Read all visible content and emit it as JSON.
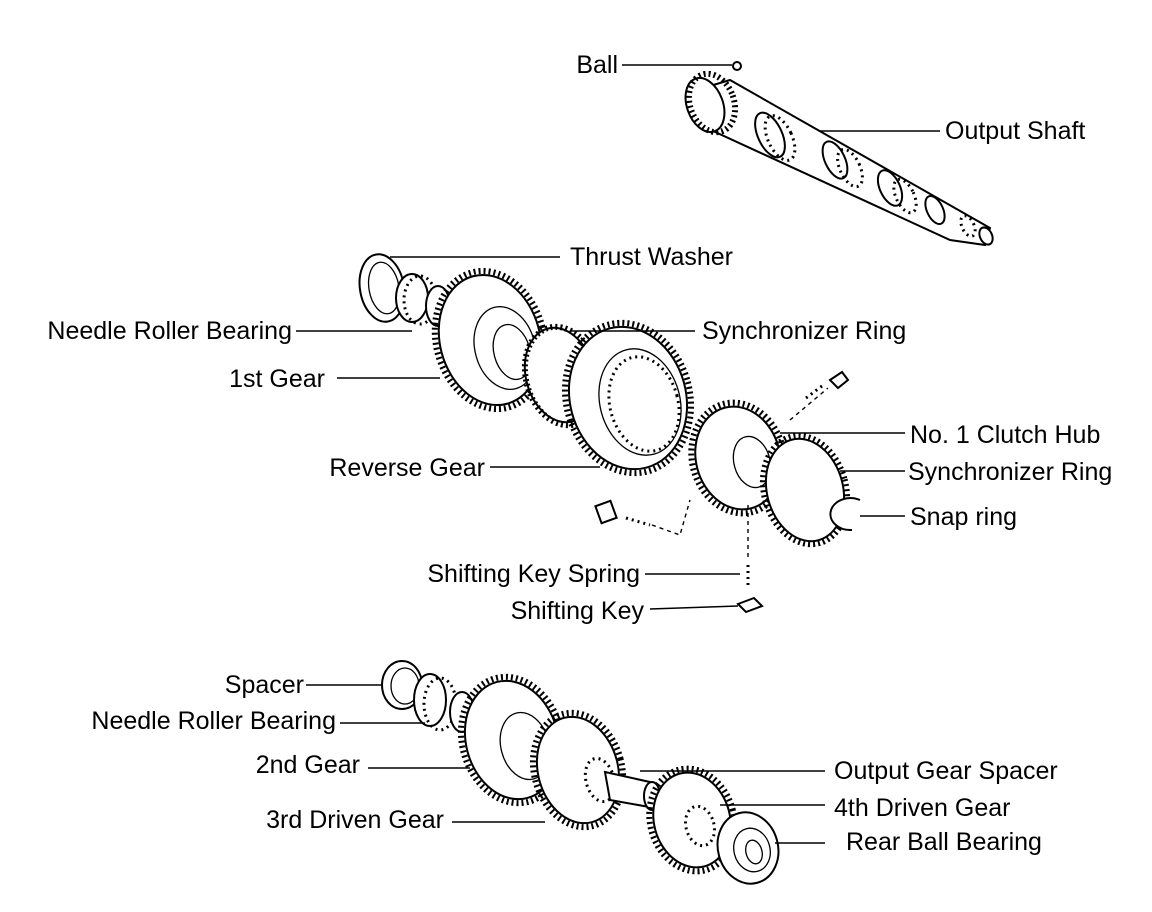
{
  "labels": {
    "ball": "Ball",
    "output_shaft": "Output Shaft",
    "thrust_washer": "Thrust Washer",
    "needle_roller_bearing_1": "Needle Roller Bearing",
    "synchronizer_ring_1": "Synchronizer Ring",
    "first_gear": "1st Gear",
    "no1_clutch_hub": "No. 1 Clutch Hub",
    "reverse_gear": "Reverse Gear",
    "synchronizer_ring_2": "Synchronizer Ring",
    "snap_ring": "Snap ring",
    "shifting_key_spring": "Shifting Key Spring",
    "shifting_key": "Shifting Key",
    "spacer": "Spacer",
    "needle_roller_bearing_2": "Needle Roller Bearing",
    "second_gear": "2nd Gear",
    "output_gear_spacer": "Output Gear Spacer",
    "fourth_driven_gear": "4th Driven Gear",
    "third_driven_gear": "3rd Driven Gear",
    "rear_ball_bearing": "Rear Ball Bearing"
  },
  "line_color": "#000000",
  "background_color": "#ffffff"
}
